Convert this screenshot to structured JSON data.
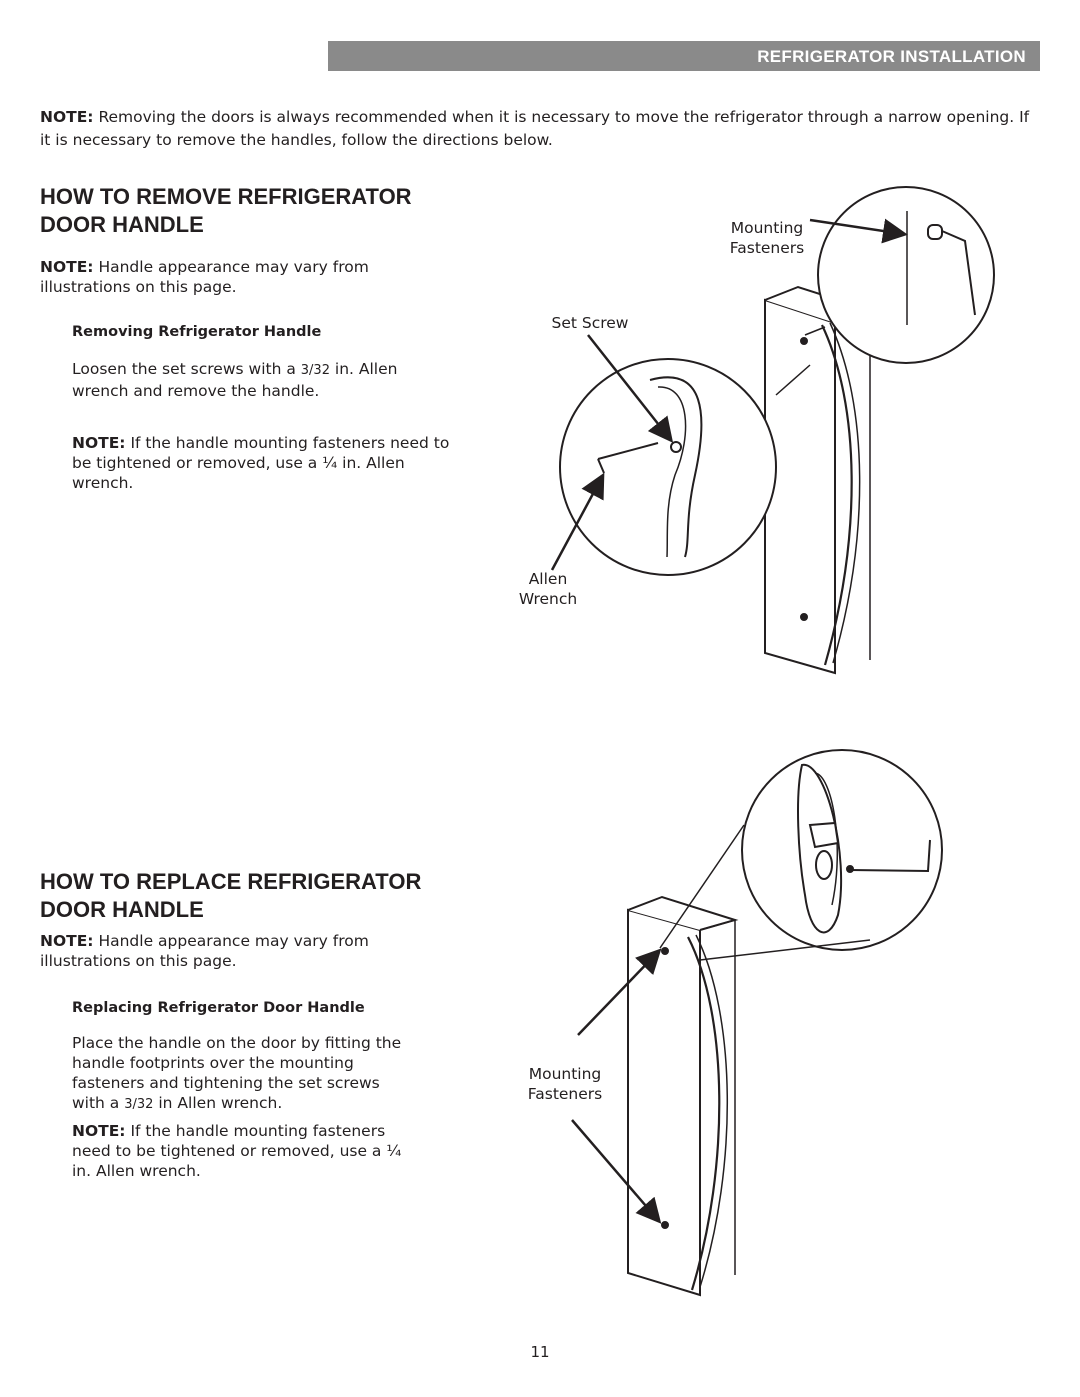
{
  "header": {
    "title": "REFRIGERATOR INSTALLATION"
  },
  "intro": {
    "note_label": "NOTE:",
    "text": " Removing the doors is always recommended when it is necessary to move the refrigerator through a narrow opening. If it is necessary to remove the handles, follow the directions below."
  },
  "remove": {
    "title": "HOW TO REMOVE REFRIGERATOR DOOR HANDLE",
    "note_label": "NOTE:",
    "note_text": " Handle appearance may vary from illustrations on this page.",
    "subheading": "Removing Refrigerator Handle",
    "step_text_a": "Loosen the set screws with a ",
    "step_fraction": "3/32",
    "step_text_b": " in. Allen wrench and remove the handle.",
    "note2_label": "NOTE:",
    "note2_text": " If the handle mounting fasteners need to be tightened or removed, use a ¼ in. Allen wrench.",
    "labels": {
      "mounting_fasteners": "Mounting Fasteners",
      "set_screw": "Set Screw",
      "allen_wrench": "Allen Wrench"
    }
  },
  "replace": {
    "title": "HOW TO REPLACE REFRIGERATOR DOOR HANDLE",
    "note_label": "NOTE:",
    "note_text": " Handle appearance may vary from illustrations on this page.",
    "subheading": "Replacing Refrigerator Door Handle",
    "step_text_a": "Place the handle on the door by fitting the handle footprints over the mounting fasteners and tightening the set screws with a ",
    "step_fraction": "3/32",
    "step_text_b": " in Allen wrench.",
    "note2_label": "NOTE:",
    "note2_text": " If the handle mounting fasteners need to be tightened or removed, use a ¼ in. Allen wrench.",
    "labels": {
      "mounting_fasteners": "Mounting Fasteners"
    }
  },
  "page_number": "11"
}
